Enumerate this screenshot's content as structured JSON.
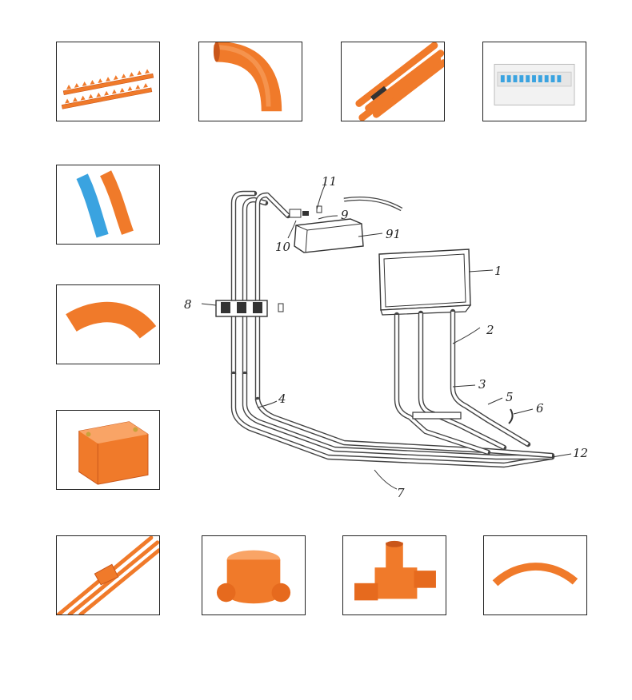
{
  "products": [
    {
      "id": "comb-clips",
      "icon": "saddle-clip-strip-icon"
    },
    {
      "id": "bend-90",
      "icon": "conduit-elbow-icon"
    },
    {
      "id": "pipes",
      "icon": "conduit-pipes-icon"
    },
    {
      "id": "distribution-box",
      "icon": "distribution-board-icon"
    },
    {
      "id": "flex-bends",
      "icon": "flexible-bend-icon"
    },
    {
      "id": "wide-bend",
      "icon": "wide-bend-icon"
    },
    {
      "id": "square-box",
      "icon": "junction-box-square-icon"
    },
    {
      "id": "pipe-spacer",
      "icon": "pipe-spacer-icon"
    },
    {
      "id": "round-box",
      "icon": "junction-box-round-icon"
    },
    {
      "id": "tee",
      "icon": "tee-connector-icon"
    },
    {
      "id": "long-bend",
      "icon": "long-bend-icon"
    }
  ],
  "diagram": {
    "labels": {
      "l11": "11",
      "l9": "9",
      "l10": "10",
      "l91": "91",
      "l1": "1",
      "l2": "2",
      "l8": "8",
      "l3": "3",
      "l5": "5",
      "l6": "6",
      "l4": "4",
      "l12": "12",
      "l7": "7"
    }
  },
  "colors": {
    "orange": "#f07a2a",
    "orange_dark": "#c9561a",
    "blue": "#3aa3e0",
    "line": "#444444"
  }
}
